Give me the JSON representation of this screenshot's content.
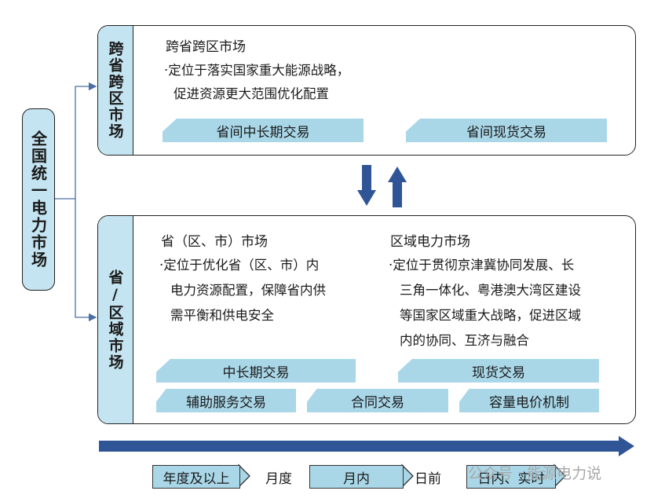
{
  "main_label": "全国统一电力市场",
  "cross_region": {
    "side_label": "跨省跨区市场",
    "title": "跨省跨区市场",
    "desc_line1": "·定位于落实国家重大能源战略，",
    "desc_line2": "促进资源更大范围优化配置",
    "trades": [
      "省间中长期交易",
      "省间现货交易"
    ]
  },
  "provincial": {
    "side_label": "省/区域市场",
    "prov_title": "省（区、市）市场",
    "prov_desc": [
      "·定位于优化省（区、市）内",
      "电力资源配置，保障省内供",
      "需平衡和供电安全"
    ],
    "region_title": "区域电力市场",
    "region_desc": [
      "·定位于贯彻京津冀协同发展、长",
      "三角一体化、粤港澳大湾区建设",
      "等国家区域重大战略，促进区域",
      "内的协同、互济与融合"
    ],
    "trades_row1": [
      "中长期交易",
      "现货交易"
    ],
    "trades_row2": [
      "辅助服务交易",
      "合同交易",
      "容量电价机制"
    ]
  },
  "timeline": {
    "boxes": [
      "年度及以上",
      "月内",
      "日内、实时"
    ],
    "texts": [
      "月度",
      "日前"
    ]
  },
  "watermark": "公众号 · 能源电力说",
  "colors": {
    "light_blue": "#c4e4f1",
    "banner_blue": "#a9d7e8",
    "arrow_blue": "#2f5597"
  }
}
